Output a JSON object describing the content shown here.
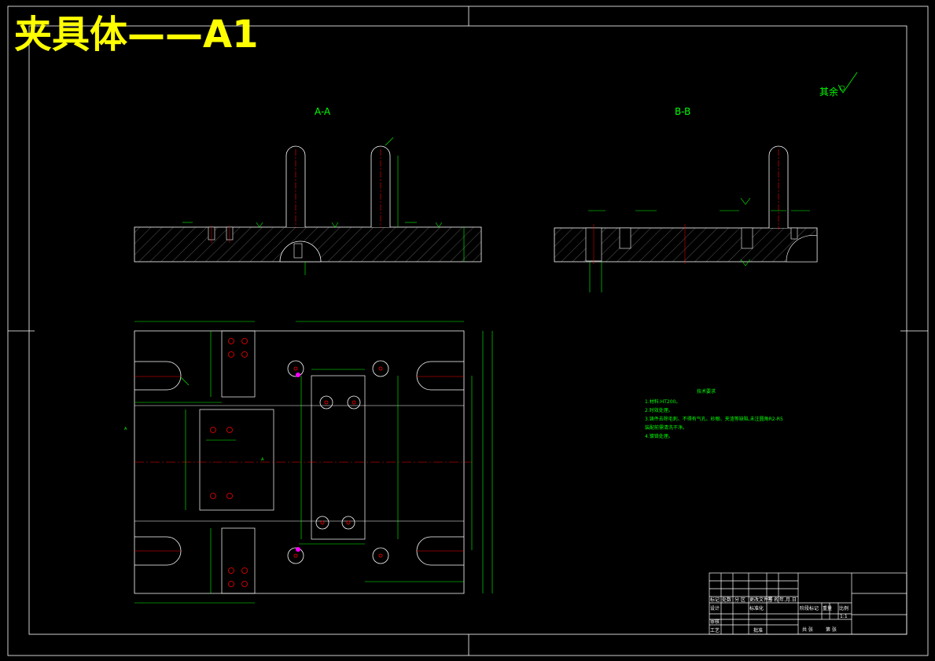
{
  "drawing": {
    "title": "夹具体——A1",
    "section_aa_label": "A-A",
    "section_bb_label": "B-B",
    "roughness_note": "其余",
    "section_marker_a": "A"
  },
  "tech_requirements": {
    "heading": "技术要求",
    "items": [
      "1.材料:HT200。",
      "2.时效处理。",
      "3.铸件去除毛刺、不得有气孔、砂眼、夹渣等缺陷,未注圆角R2-R5",
      "装配前需清洗干净。",
      "4.镀铬处理。"
    ]
  },
  "title_block": {
    "row1": [
      "标记",
      "处数",
      "分 区",
      "更改文件号",
      "签 名",
      "年.月.日"
    ],
    "row2": [
      "设计",
      "",
      "",
      "标准化",
      "阶段标记",
      "重量",
      "比例"
    ],
    "row3": [
      "审核",
      "",
      "",
      "",
      "",
      "",
      "1:1"
    ],
    "row4": [
      "工艺",
      "",
      "",
      "批准",
      "共 张",
      "第 张"
    ]
  }
}
